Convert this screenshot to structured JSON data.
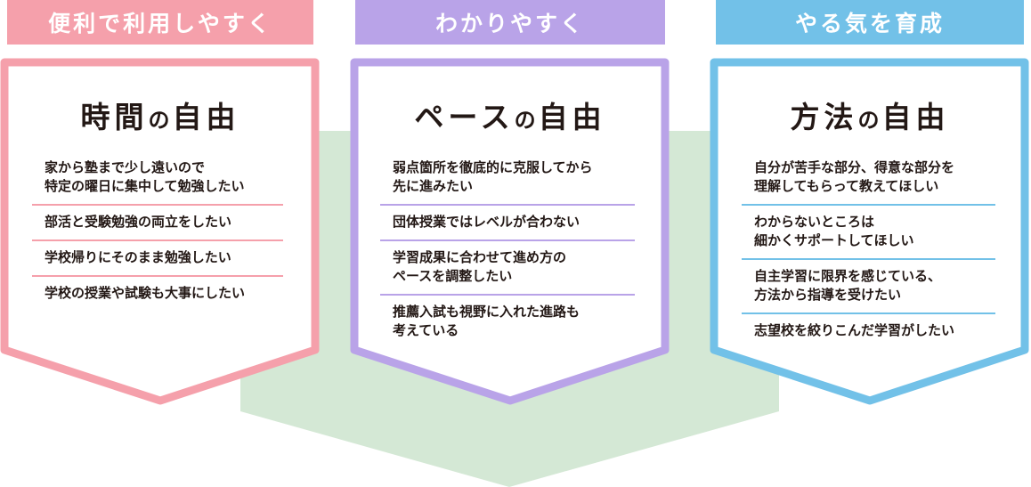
{
  "colors": {
    "pink": "#f5a0ab",
    "purple": "#b9a3e8",
    "blue": "#72c1e8",
    "green_background": "#d4e8d5",
    "text": "#231815"
  },
  "columns": [
    {
      "tag": "便利で利用しやすく",
      "title_pre": "時間",
      "title_no": "の",
      "title_post": "自由",
      "items": [
        "家から塾まで少し遠いので\n特定の曜日に集中して勉強したい",
        "部活と受験勉強の両立をしたい",
        "学校帰りにそのまま勉強したい",
        "学校の授業や試験も大事にしたい"
      ]
    },
    {
      "tag": "わかりやすく",
      "title_pre": "ペース",
      "title_no": "の",
      "title_post": "自由",
      "items": [
        "弱点箇所を徹底的に克服してから\n先に進みたい",
        "団体授業ではレベルが合わない",
        "学習成果に合わせて進め方の\nペースを調整したい",
        "推薦入試も視野に入れた進路も\n考えている"
      ]
    },
    {
      "tag": "やる気を育成",
      "title_pre": "方法",
      "title_no": "の",
      "title_post": "自由",
      "items": [
        "自分が苦手な部分、得意な部分を\n理解してもらって教えてほしい",
        "わからないところは\n細かくサポートしてほしい",
        "自主学習に限界を感じている、\n方法から指導を受けたい",
        "志望校を絞りこんだ学習がしたい"
      ]
    }
  ]
}
